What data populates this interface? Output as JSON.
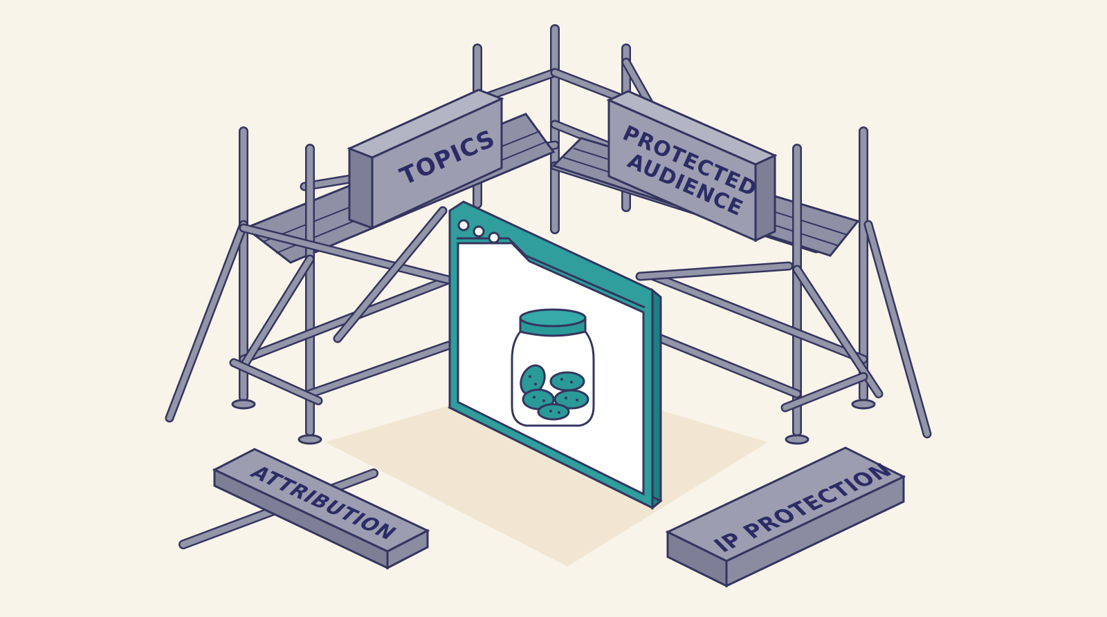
{
  "signs": {
    "topics": "TOPICS",
    "protected_audience_line1": "PROTECTED",
    "protected_audience_line2": "AUDIENCE",
    "attribution": "ATTRIBUTION",
    "ip_protection": "IP PROTECTION"
  },
  "colors": {
    "background": "#f9f4ea",
    "floor_shadow": "#f1e6d2",
    "pole": "#9395a8",
    "outline": "#34355f",
    "sign_face": "#9c9db0",
    "sign_side": "#7d7f96",
    "sign_text": "#2b2c66",
    "deck": "#8e90a6",
    "browser_frame": "#2f9e9d",
    "browser_frame_dark": "#1f7f80",
    "browser_screen": "#ffffff",
    "jar_lid": "#2a9a99",
    "cookie": "#2a9a99"
  },
  "icons": {
    "browser": "browser-window-icon",
    "jar": "cookie-jar-icon"
  }
}
